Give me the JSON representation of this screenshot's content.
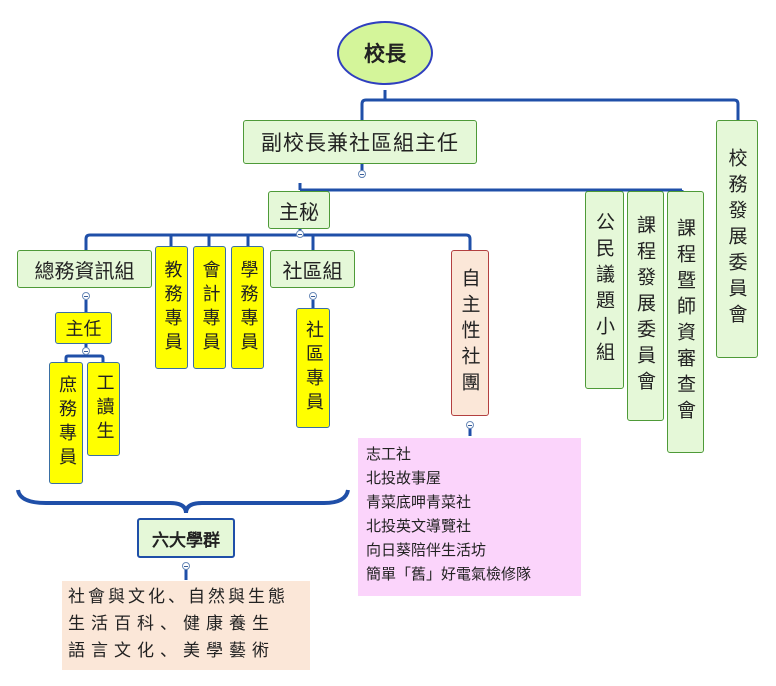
{
  "principal": "校長",
  "vice_principal": "副校長兼社區組主任",
  "school_dev_committee": "校務發展委員會",
  "secretary": "主秘",
  "committees": [
    "公民議題小組",
    "課程發展委員會",
    "課程暨師資審查會"
  ],
  "general_affairs": "總務資訊組",
  "specialists": [
    "教務專員",
    "會計專員",
    "學務專員"
  ],
  "community_group": "社區組",
  "community_specialist": "社區專員",
  "clubs_node": "自主性社團",
  "director": "主任",
  "clerk": "庶務專員",
  "work_study": "工讀生",
  "clubs": [
    "志工社",
    "北投故事屋",
    "青菜底呷青菜社",
    "北投英文導覽社",
    "向日葵陪伴生活坊",
    "簡單「舊」好電氣檢修隊"
  ],
  "six_groups_title": "六大學群",
  "six_groups": [
    "社會與文化、自然與生態",
    "生活百科、健康養生",
    "語言文化、美學藝術"
  ]
}
